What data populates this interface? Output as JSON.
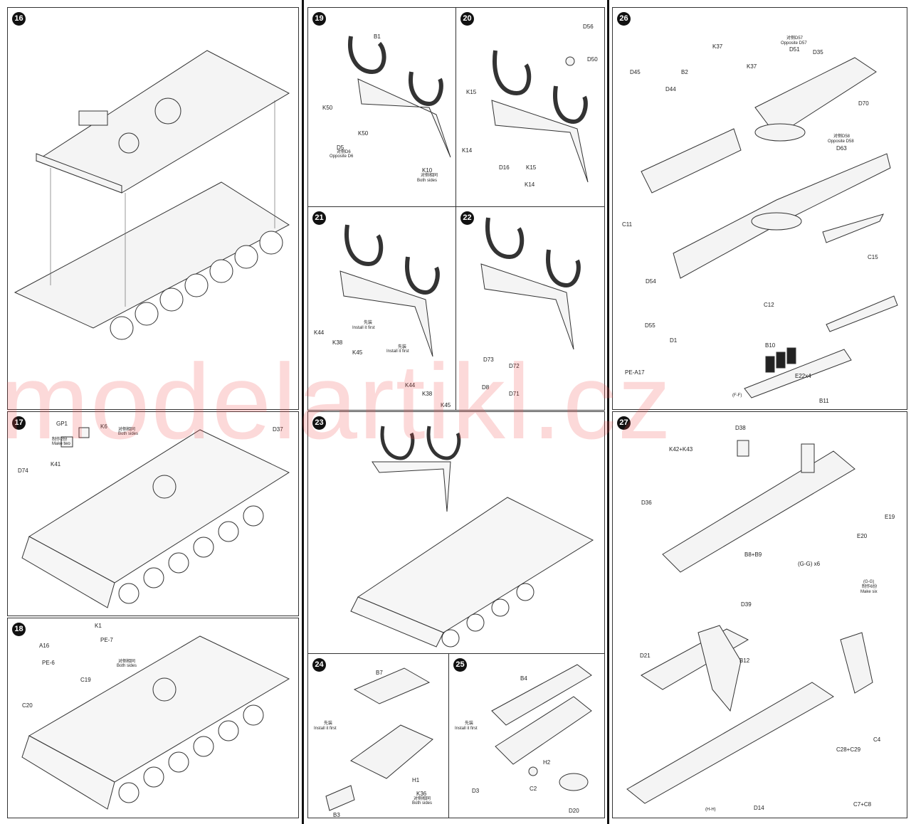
{
  "steps": {
    "s16": {
      "number": "16"
    },
    "s17": {
      "number": "17",
      "labels": [
        "GP1",
        "K6",
        "对侧相同",
        "Both sides",
        "D37",
        "制作2份",
        "Make two",
        "D74",
        "K41"
      ]
    },
    "s18": {
      "number": "18",
      "labels": [
        "K1",
        "PE-7",
        "A16",
        "PE-6",
        "C19",
        "对侧相同",
        "Both sides",
        "C20"
      ]
    },
    "s19": {
      "number": "19",
      "labels": [
        "B1",
        "K50",
        "K50",
        "D5",
        "对侧D6",
        "Opposite D6",
        "K10",
        "对侧相同",
        "Both sides"
      ]
    },
    "s20": {
      "number": "20",
      "labels": [
        "D56",
        "D50",
        "K15",
        "K14",
        "D16",
        "K15",
        "K14"
      ]
    },
    "s21": {
      "number": "21",
      "labels": [
        "先装",
        "Install it first",
        "K44",
        "K38",
        "K45",
        "先装",
        "Install it first",
        "K44",
        "K38",
        "K45"
      ]
    },
    "s22": {
      "number": "22",
      "labels": [
        "D73",
        "D8",
        "D72",
        "D71"
      ]
    },
    "s23": {
      "number": "23"
    },
    "s24": {
      "number": "24",
      "labels": [
        "B7",
        "先装",
        "Install it first",
        "H1",
        "B3",
        "K36",
        "对侧相同",
        "Both sides"
      ]
    },
    "s25": {
      "number": "25",
      "labels": [
        "B4",
        "先装",
        "Install it first",
        "H2",
        "D3",
        "C2",
        "D20"
      ]
    },
    "s26": {
      "number": "26",
      "labels": [
        "K37",
        "K37",
        "D45",
        "B2",
        "D44",
        "对侧D57",
        "Opposite D57",
        "D51",
        "D35",
        "D70",
        "对侧D58",
        "Opposite D58",
        "D63",
        "C11",
        "D54",
        "C15",
        "C12",
        "D55",
        "D1",
        "PE-A17",
        "B10",
        "E22x4",
        "(F-F)",
        "B11"
      ]
    },
    "s27": {
      "number": "27",
      "labels": [
        "D38",
        "K42+K43",
        "D36",
        "B8+B9",
        "(G-G) x6",
        "E20",
        "E19",
        "(G-G)",
        "制作6份",
        "Make six",
        "D39",
        "D21",
        "B12",
        "C4",
        "C28+C29",
        "C7+C8",
        "(H-H)",
        "D14"
      ]
    }
  },
  "watermark": "modelartikl.cz"
}
